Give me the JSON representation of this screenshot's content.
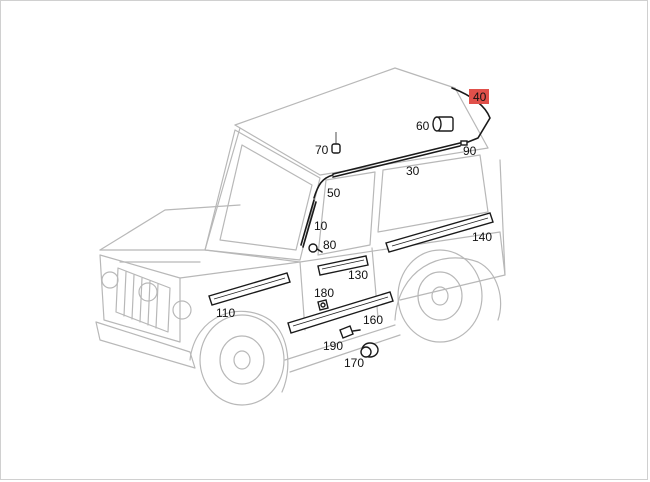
{
  "diagram": {
    "highlight_color": "#e0504a",
    "callouts": [
      {
        "id": "c40",
        "text": "40",
        "highlighted": true
      },
      {
        "id": "c60",
        "text": "60",
        "highlighted": false
      },
      {
        "id": "c70",
        "text": "70",
        "highlighted": false
      },
      {
        "id": "c90",
        "text": "90",
        "highlighted": false
      },
      {
        "id": "c30",
        "text": "30",
        "highlighted": false
      },
      {
        "id": "c50",
        "text": "50",
        "highlighted": false
      },
      {
        "id": "c10",
        "text": "10",
        "highlighted": false
      },
      {
        "id": "c80",
        "text": "80",
        "highlighted": false
      },
      {
        "id": "c140",
        "text": "140",
        "highlighted": false
      },
      {
        "id": "c130",
        "text": "130",
        "highlighted": false
      },
      {
        "id": "c180",
        "text": "180",
        "highlighted": false
      },
      {
        "id": "c110",
        "text": "110",
        "highlighted": false
      },
      {
        "id": "c160",
        "text": "160",
        "highlighted": false
      },
      {
        "id": "c190",
        "text": "190",
        "highlighted": false
      },
      {
        "id": "c170",
        "text": "170",
        "highlighted": false
      }
    ]
  }
}
